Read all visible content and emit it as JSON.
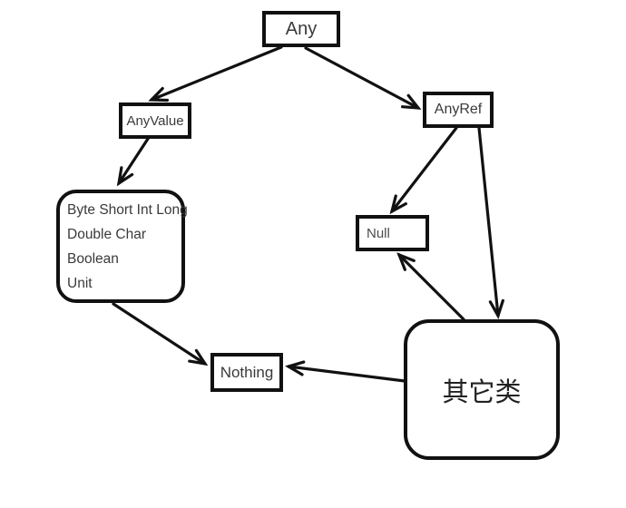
{
  "diagram": {
    "nodes": {
      "any": {
        "label": "Any"
      },
      "anyvalue": {
        "label": "AnyValue"
      },
      "anyref": {
        "label": "AnyRef"
      },
      "value_types": {
        "lines": [
          "Byte Short Int Long",
          "Double Char",
          "Boolean",
          "Unit"
        ]
      },
      "null": {
        "label": "Null"
      },
      "nothing": {
        "label": "Nothing"
      },
      "other_classes": {
        "label": "其它类"
      }
    },
    "edges": [
      {
        "from": "any",
        "to": "anyvalue"
      },
      {
        "from": "any",
        "to": "anyref"
      },
      {
        "from": "anyvalue",
        "to": "value_types"
      },
      {
        "from": "anyref",
        "to": "null"
      },
      {
        "from": "anyref",
        "to": "other_classes"
      },
      {
        "from": "other_classes",
        "to": "null"
      },
      {
        "from": "value_types",
        "to": "nothing"
      },
      {
        "from": "other_classes",
        "to": "nothing"
      }
    ],
    "colors": {
      "ink": "#111111",
      "background": "#ffffff",
      "label_text": "#3a3a3a",
      "null_text": "#4a4a4a"
    }
  }
}
